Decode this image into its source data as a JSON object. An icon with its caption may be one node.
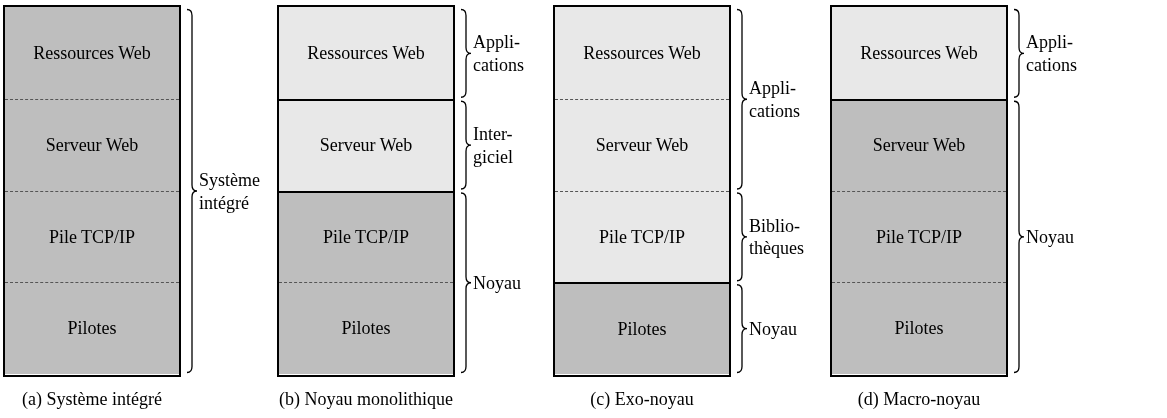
{
  "diagram": {
    "nodes": [
      {
        "text": [
          "Ressources Web"
        ]
      },
      {
        "text": [
          "Serveur Web"
        ]
      },
      {
        "text": [
          "Pile TCP/IP"
        ]
      },
      {
        "text": [
          "Pilotes"
        ]
      },
      {
        "text": [
          "Ressources Web"
        ]
      },
      {
        "text": [
          "Serveur Web"
        ]
      },
      {
        "text": [
          "Pile TCP/IP"
        ]
      },
      {
        "text": [
          "Pilotes"
        ]
      },
      {
        "text": [
          "Ressources Web"
        ]
      },
      {
        "text": [
          "Serveur Web"
        ]
      },
      {
        "text": [
          "Pile TCP/IP"
        ]
      },
      {
        "text": [
          "Pilotes"
        ]
      },
      {
        "text": [
          "Ressources Web"
        ]
      },
      {
        "text": [
          "Serveur Web"
        ]
      },
      {
        "text": [
          "Pile TCP/IP"
        ]
      },
      {
        "text": [
          "Pilotes"
        ]
      }
    ],
    "labels": [
      "Système intégré",
      "(a) Système intégré",
      "Appli- cations",
      "Inter- giciel",
      "Noyau",
      "(b) Noyau monolithique",
      "Appli- cations",
      "Biblio- thèques",
      "Noyau",
      "(c) Exo-noyau",
      "Appli- cations",
      "Noyau",
      "(d) Macro-noyau"
    ]
  }
}
